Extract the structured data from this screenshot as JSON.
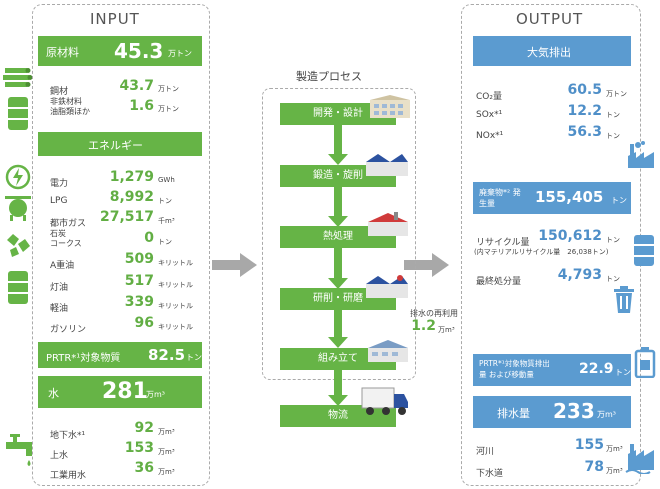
{
  "input": {
    "title": "INPUT",
    "raw": {
      "label": "原材料",
      "value": "45.3",
      "unit": "万トン"
    },
    "raw_items": [
      {
        "label": "鋼材",
        "value": "43.7",
        "unit": "万トン"
      },
      {
        "label": "非鉄材料\n油脂類ほか",
        "value": "1.6",
        "unit": "万トン"
      }
    ],
    "energy": {
      "label": "エネルギー"
    },
    "energy_items": [
      {
        "label": "電力",
        "value": "1,279",
        "unit": "GWh"
      },
      {
        "label": "LPG",
        "value": "8,992",
        "unit": "トン"
      },
      {
        "label": "都市ガス",
        "value": "27,517",
        "unit": "千m³"
      },
      {
        "label": "石炭\nコークス",
        "value": "0",
        "unit": "トン"
      },
      {
        "label": "A重油",
        "value": "509",
        "unit": "キリットル"
      },
      {
        "label": "灯油",
        "value": "517",
        "unit": "キリットル"
      },
      {
        "label": "軽油",
        "value": "339",
        "unit": "キリットル"
      },
      {
        "label": "ガソリン",
        "value": "96",
        "unit": "キリットル"
      }
    ],
    "prtr": {
      "label": "PRTR*¹対象物質",
      "value": "82.5",
      "unit": "トン"
    },
    "water": {
      "label": "水",
      "value": "281",
      "unit": "万m³"
    },
    "water_items": [
      {
        "label": "地下水*¹",
        "value": "92",
        "unit": "万m³"
      },
      {
        "label": "上水",
        "value": "153",
        "unit": "万m³"
      },
      {
        "label": "工業用水",
        "value": "36",
        "unit": "万m³"
      }
    ]
  },
  "process": {
    "title": "製造プロセス",
    "steps": [
      "開発・設計",
      "鍛造・旋削",
      "熱処理",
      "研削・研磨",
      "組み立て",
      "物流"
    ],
    "reuse_label": "排水の再利用",
    "reuse_value": "1.2",
    "reuse_unit": "万m³"
  },
  "output": {
    "title": "OUTPUT",
    "air": {
      "label": "大気排出"
    },
    "air_items": [
      {
        "label": "CO₂量",
        "value": "60.5",
        "unit": "万トン"
      },
      {
        "label": "SOx*¹",
        "value": "12.2",
        "unit": "トン"
      },
      {
        "label": "NOx*¹",
        "value": "56.3",
        "unit": "トン"
      }
    ],
    "waste": {
      "label": "廃棄物*² 発生量",
      "value": "155,405",
      "unit": "トン"
    },
    "recycle": {
      "label": "リサイクル量",
      "value": "150,612",
      "unit": "トン",
      "note": "(内マテリアルリサイクル量　26,038トン)"
    },
    "landfill": {
      "label": "最終処分量",
      "value": "4,793",
      "unit": "トン"
    },
    "prtr": {
      "label": "PRTR*¹対象物質排出量 および移動量",
      "value": "22.9",
      "unit": "トン"
    },
    "drain": {
      "label": "排水量",
      "value": "233",
      "unit": "万m³"
    },
    "drain_items": [
      {
        "label": "河川",
        "value": "155",
        "unit": "万m³"
      },
      {
        "label": "下水道",
        "value": "78",
        "unit": "万m³"
      }
    ]
  },
  "colors": {
    "green": "#66b446",
    "blue": "#5b9bd0",
    "arrow_gray": "#a8a8a8"
  },
  "icons": [
    "timber-icon",
    "drum-icon",
    "lightning-icon",
    "gas-tank-icon",
    "coal-icon",
    "oil-drum-icon",
    "faucet-icon",
    "building-icon",
    "factory-icon",
    "truck-icon",
    "smokestack-icon",
    "recycle-drum-icon",
    "trash-icon",
    "chemical-tank-icon",
    "outflow-icon"
  ]
}
